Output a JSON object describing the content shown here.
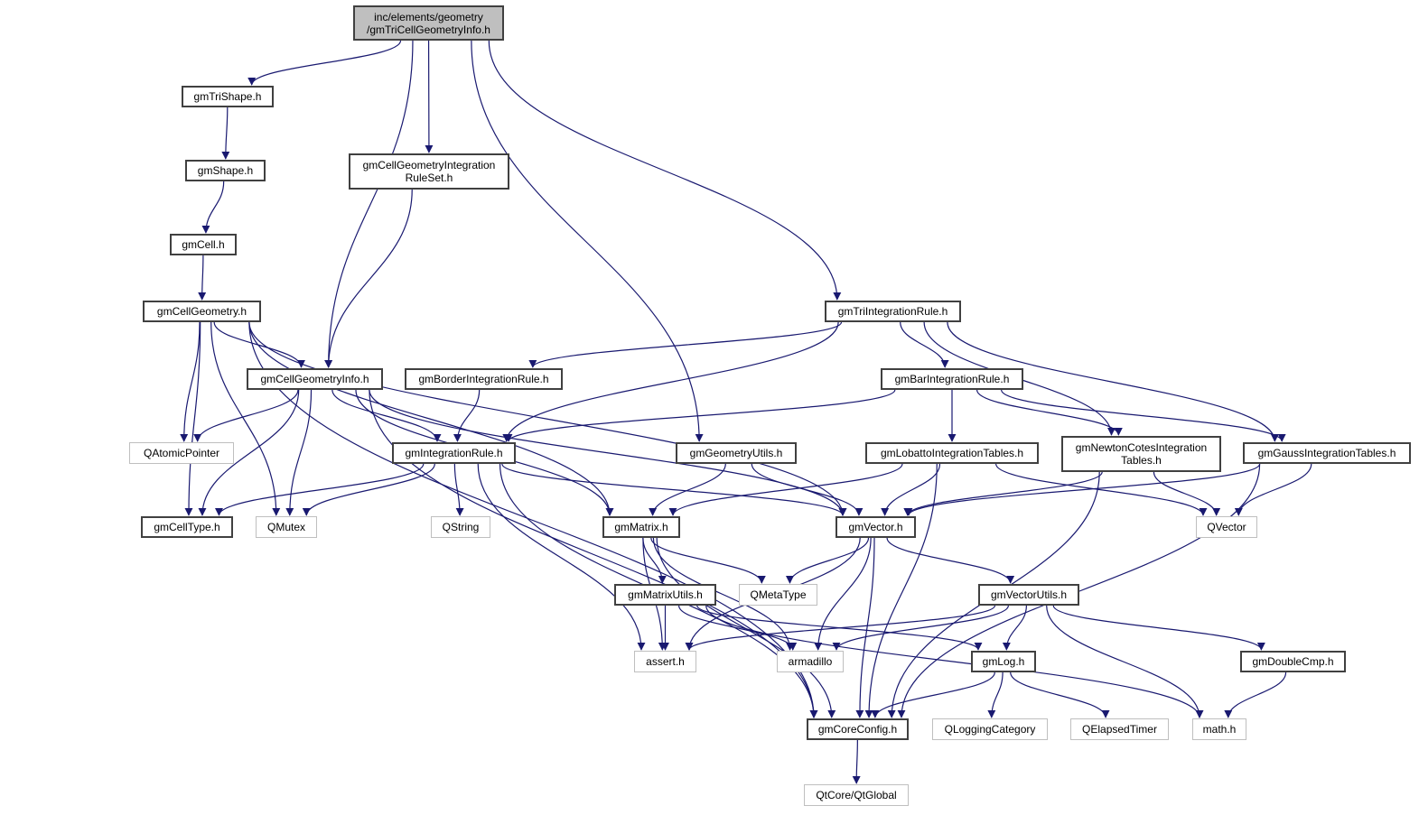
{
  "diagram": {
    "type": "include-dependency-graph",
    "edge_color": "#191970",
    "root_fill": "#bfbfbf",
    "nodes": [
      {
        "id": "root",
        "label": "inc/elements/geometry\n/gmTriCellGeometryInfo.h",
        "kind": "root"
      },
      {
        "id": "gmTriShape",
        "label": "gmTriShape.h",
        "kind": "internal"
      },
      {
        "id": "gmShape",
        "label": "gmShape.h",
        "kind": "internal"
      },
      {
        "id": "gmCell",
        "label": "gmCell.h",
        "kind": "internal"
      },
      {
        "id": "gmCellGeometryIntegrationRuleSet",
        "label": "gmCellGeometryIntegration\nRuleSet.h",
        "kind": "internal"
      },
      {
        "id": "gmCellGeometry",
        "label": "gmCellGeometry.h",
        "kind": "internal"
      },
      {
        "id": "gmCellGeometryInfo",
        "label": "gmCellGeometryInfo.h",
        "kind": "internal"
      },
      {
        "id": "gmBorderIntegrationRule",
        "label": "gmBorderIntegrationRule.h",
        "kind": "internal"
      },
      {
        "id": "gmTriIntegrationRule",
        "label": "gmTriIntegrationRule.h",
        "kind": "internal"
      },
      {
        "id": "gmBarIntegrationRule",
        "label": "gmBarIntegrationRule.h",
        "kind": "internal"
      },
      {
        "id": "QAtomicPointer",
        "label": "QAtomicPointer",
        "kind": "external"
      },
      {
        "id": "gmIntegrationRule",
        "label": "gmIntegrationRule.h",
        "kind": "internal"
      },
      {
        "id": "gmGeometryUtils",
        "label": "gmGeometryUtils.h",
        "kind": "internal"
      },
      {
        "id": "gmLobattoIntegrationTables",
        "label": "gmLobattoIntegrationTables.h",
        "kind": "internal"
      },
      {
        "id": "gmNewtonCotesIntegrationTables",
        "label": "gmNewtonCotesIntegration\nTables.h",
        "kind": "internal"
      },
      {
        "id": "gmGaussIntegrationTables",
        "label": "gmGaussIntegrationTables.h",
        "kind": "internal"
      },
      {
        "id": "gmCellType",
        "label": "gmCellType.h",
        "kind": "internal"
      },
      {
        "id": "QMutex",
        "label": "QMutex",
        "kind": "external"
      },
      {
        "id": "QString",
        "label": "QString",
        "kind": "external"
      },
      {
        "id": "gmMatrix",
        "label": "gmMatrix.h",
        "kind": "internal"
      },
      {
        "id": "gmVector",
        "label": "gmVector.h",
        "kind": "internal"
      },
      {
        "id": "QVector",
        "label": "QVector",
        "kind": "external"
      },
      {
        "id": "gmMatrixUtils",
        "label": "gmMatrixUtils.h",
        "kind": "internal"
      },
      {
        "id": "QMetaType",
        "label": "QMetaType",
        "kind": "external"
      },
      {
        "id": "gmVectorUtils",
        "label": "gmVectorUtils.h",
        "kind": "internal"
      },
      {
        "id": "assert",
        "label": "assert.h",
        "kind": "external"
      },
      {
        "id": "armadillo",
        "label": "armadillo",
        "kind": "external"
      },
      {
        "id": "gmLog",
        "label": "gmLog.h",
        "kind": "internal"
      },
      {
        "id": "gmDoubleCmp",
        "label": "gmDoubleCmp.h",
        "kind": "internal"
      },
      {
        "id": "gmCoreConfig",
        "label": "gmCoreConfig.h",
        "kind": "internal"
      },
      {
        "id": "QLoggingCategory",
        "label": "QLoggingCategory",
        "kind": "external"
      },
      {
        "id": "QElapsedTimer",
        "label": "QElapsedTimer",
        "kind": "external"
      },
      {
        "id": "math",
        "label": "math.h",
        "kind": "external"
      },
      {
        "id": "QtGlobal",
        "label": "QtCore/QtGlobal",
        "kind": "external"
      }
    ],
    "edges": [
      [
        "root",
        "gmTriShape"
      ],
      [
        "root",
        "gmCellGeometryInfo"
      ],
      [
        "root",
        "gmCellGeometryIntegrationRuleSet"
      ],
      [
        "root",
        "gmGeometryUtils"
      ],
      [
        "root",
        "gmTriIntegrationRule"
      ],
      [
        "gmTriShape",
        "gmShape"
      ],
      [
        "gmShape",
        "gmCell"
      ],
      [
        "gmCell",
        "gmCellGeometry"
      ],
      [
        "gmCellGeometryIntegrationRuleSet",
        "gmCellGeometryInfo"
      ],
      [
        "gmCellGeometry",
        "gmCellGeometryInfo"
      ],
      [
        "gmCellGeometry",
        "QAtomicPointer"
      ],
      [
        "gmCellGeometry",
        "gmCellType"
      ],
      [
        "gmCellGeometry",
        "QMutex"
      ],
      [
        "gmCellGeometry",
        "gmMatrix"
      ],
      [
        "gmCellGeometry",
        "gmVector"
      ],
      [
        "gmCellGeometry",
        "gmCoreConfig"
      ],
      [
        "gmCellGeometryInfo",
        "QAtomicPointer"
      ],
      [
        "gmCellGeometryInfo",
        "gmCellType"
      ],
      [
        "gmCellGeometryInfo",
        "QMutex"
      ],
      [
        "gmCellGeometryInfo",
        "gmIntegrationRule"
      ],
      [
        "gmCellGeometryInfo",
        "gmMatrix"
      ],
      [
        "gmCellGeometryInfo",
        "gmVector"
      ],
      [
        "gmCellGeometryInfo",
        "gmCoreConfig"
      ],
      [
        "gmTriIntegrationRule",
        "gmBorderIntegrationRule"
      ],
      [
        "gmTriIntegrationRule",
        "gmIntegrationRule"
      ],
      [
        "gmTriIntegrationRule",
        "gmBarIntegrationRule"
      ],
      [
        "gmTriIntegrationRule",
        "gmNewtonCotesIntegrationTables"
      ],
      [
        "gmTriIntegrationRule",
        "gmGaussIntegrationTables"
      ],
      [
        "gmBorderIntegrationRule",
        "gmIntegrationRule"
      ],
      [
        "gmBarIntegrationRule",
        "gmIntegrationRule"
      ],
      [
        "gmBarIntegrationRule",
        "gmLobattoIntegrationTables"
      ],
      [
        "gmBarIntegrationRule",
        "gmNewtonCotesIntegrationTables"
      ],
      [
        "gmBarIntegrationRule",
        "gmGaussIntegrationTables"
      ],
      [
        "gmIntegrationRule",
        "gmCellType"
      ],
      [
        "gmIntegrationRule",
        "QMutex"
      ],
      [
        "gmIntegrationRule",
        "QString"
      ],
      [
        "gmIntegrationRule",
        "gmVector"
      ],
      [
        "gmIntegrationRule",
        "assert"
      ],
      [
        "gmIntegrationRule",
        "gmCoreConfig"
      ],
      [
        "gmGeometryUtils",
        "gmMatrix"
      ],
      [
        "gmGeometryUtils",
        "gmVector"
      ],
      [
        "gmLobattoIntegrationTables",
        "gmMatrix"
      ],
      [
        "gmLobattoIntegrationTables",
        "gmVector"
      ],
      [
        "gmLobattoIntegrationTables",
        "QVector"
      ],
      [
        "gmLobattoIntegrationTables",
        "gmCoreConfig"
      ],
      [
        "gmNewtonCotesIntegrationTables",
        "gmVector"
      ],
      [
        "gmNewtonCotesIntegrationTables",
        "QVector"
      ],
      [
        "gmNewtonCotesIntegrationTables",
        "gmCoreConfig"
      ],
      [
        "gmGaussIntegrationTables",
        "gmVector"
      ],
      [
        "gmGaussIntegrationTables",
        "QVector"
      ],
      [
        "gmGaussIntegrationTables",
        "gmCoreConfig"
      ],
      [
        "gmMatrix",
        "gmMatrixUtils"
      ],
      [
        "gmMatrix",
        "QMetaType"
      ],
      [
        "gmMatrix",
        "assert"
      ],
      [
        "gmMatrix",
        "armadillo"
      ],
      [
        "gmMatrix",
        "gmCoreConfig"
      ],
      [
        "gmVector",
        "QMetaType"
      ],
      [
        "gmVector",
        "gmVectorUtils"
      ],
      [
        "gmVector",
        "assert"
      ],
      [
        "gmVector",
        "armadillo"
      ],
      [
        "gmVector",
        "gmCoreConfig"
      ],
      [
        "gmMatrixUtils",
        "assert"
      ],
      [
        "gmMatrixUtils",
        "armadillo"
      ],
      [
        "gmMatrixUtils",
        "gmLog"
      ],
      [
        "gmMatrixUtils",
        "math"
      ],
      [
        "gmVectorUtils",
        "assert"
      ],
      [
        "gmVectorUtils",
        "armadillo"
      ],
      [
        "gmVectorUtils",
        "gmLog"
      ],
      [
        "gmVectorUtils",
        "gmDoubleCmp"
      ],
      [
        "gmVectorUtils",
        "math"
      ],
      [
        "gmLog",
        "gmCoreConfig"
      ],
      [
        "gmLog",
        "QLoggingCategory"
      ],
      [
        "gmLog",
        "QElapsedTimer"
      ],
      [
        "gmDoubleCmp",
        "math"
      ],
      [
        "gmCoreConfig",
        "QtGlobal"
      ]
    ]
  }
}
